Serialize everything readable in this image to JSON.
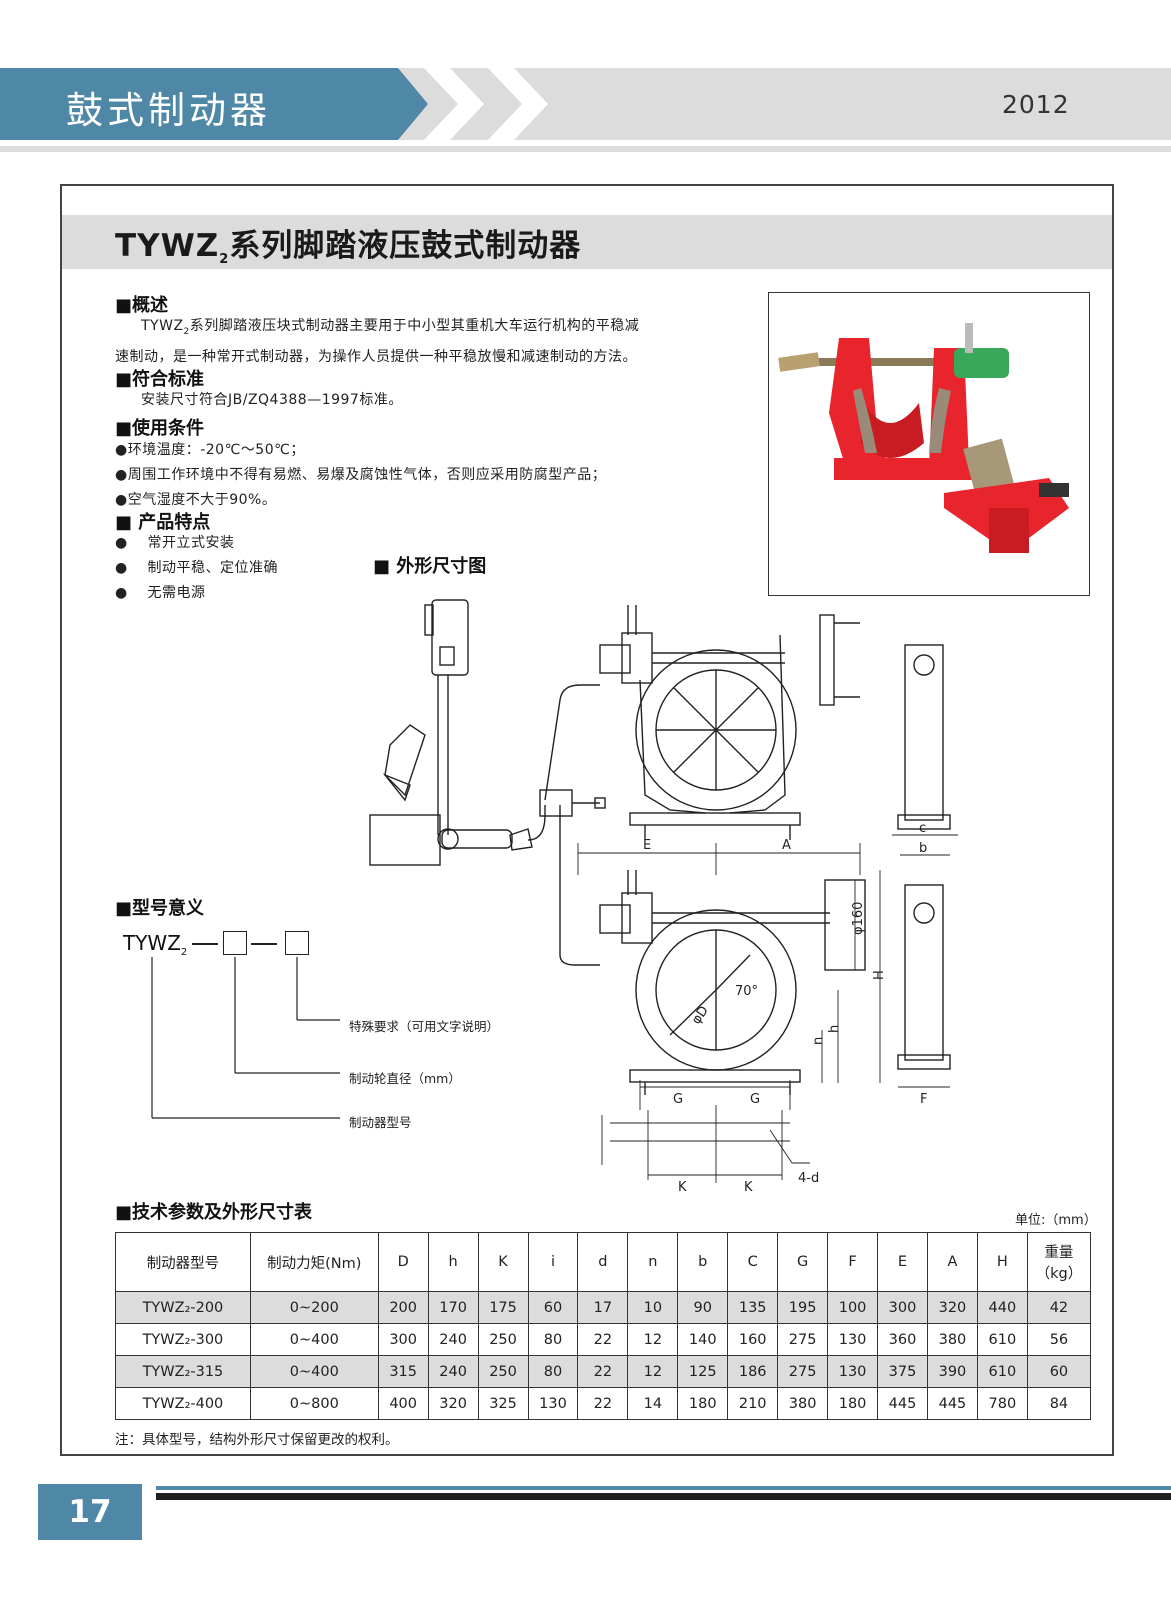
{
  "header": {
    "title": "鼓式制动器",
    "year": "2012"
  },
  "product": {
    "title_prefix": "TYWZ",
    "title_sub": "2",
    "title_suffix": "系列脚踏液压鼓式制动器"
  },
  "overview": {
    "heading": "■概述",
    "line1_a": "TYWZ",
    "line1_sub": "2",
    "line1_b": "系列脚踏液压块式制动器主要用于中小型其重机大车运行机构的平稳减",
    "line2": "速制动，是一种常开式制动器，为操作人员提供一种平稳放慢和减速制动的方法。"
  },
  "standard": {
    "heading": "■符合标准",
    "text": "安装尺寸符合JB/ZQ4388—1997标准。"
  },
  "conditions": {
    "heading": "■使用条件",
    "items": [
      "●环境温度：-20℃～50℃；",
      "●周围工作环境中不得有易燃、易爆及腐蚀性气体，否则应采用防腐型产品；",
      "●空气湿度不大于90%。"
    ]
  },
  "features": {
    "heading": "■ 产品特点",
    "items": [
      "常开立式安装",
      "制动平稳、定位准确",
      "无需电源"
    ]
  },
  "drawing": {
    "heading": "■ 外形尺寸图",
    "labels": {
      "E": "E",
      "A": "A",
      "c": "c",
      "b": "b",
      "phi160": "φ160",
      "H": "H",
      "angle": "70°",
      "phiD": "φD",
      "h": "h",
      "n": "n",
      "G1": "G",
      "G2": "G",
      "F": "F",
      "K1": "K",
      "K2": "K",
      "holes": "4-d"
    }
  },
  "model_meaning": {
    "heading": "■型号意义",
    "code": "TYWZ",
    "code_sub": "2",
    "legend": [
      "特殊要求（可用文字说明）",
      "制动轮直径（mm）",
      "制动器型号"
    ]
  },
  "spec_table": {
    "heading": "■技术参数及外形尺寸表",
    "unit": "单位:（mm）",
    "headers": [
      "制动器型号",
      "制动力矩(Nm)",
      "D",
      "h",
      "K",
      "i",
      "d",
      "n",
      "b",
      "C",
      "G",
      "F",
      "E",
      "A",
      "H",
      "重量（kg）"
    ],
    "rows": [
      [
        "TYWZ₂-200",
        "0~200",
        "200",
        "170",
        "175",
        "60",
        "17",
        "10",
        "90",
        "135",
        "195",
        "100",
        "300",
        "320",
        "440",
        "42"
      ],
      [
        "TYWZ₂-300",
        "0~400",
        "300",
        "240",
        "250",
        "80",
        "22",
        "12",
        "140",
        "160",
        "275",
        "130",
        "360",
        "380",
        "610",
        "56"
      ],
      [
        "TYWZ₂-315",
        "0~400",
        "315",
        "240",
        "250",
        "80",
        "22",
        "12",
        "125",
        "186",
        "275",
        "130",
        "375",
        "390",
        "610",
        "60"
      ],
      [
        "TYWZ₂-400",
        "0~800",
        "400",
        "320",
        "325",
        "130",
        "22",
        "14",
        "180",
        "210",
        "380",
        "180",
        "445",
        "445",
        "780",
        "84"
      ]
    ],
    "note": "注：具体型号，结构外形尺寸保留更改的权利。"
  },
  "footer": {
    "page_number": "17"
  },
  "colors": {
    "accent": "#4f88a6",
    "header_gray": "#dcdcdc",
    "product_red": "#e8242c"
  }
}
